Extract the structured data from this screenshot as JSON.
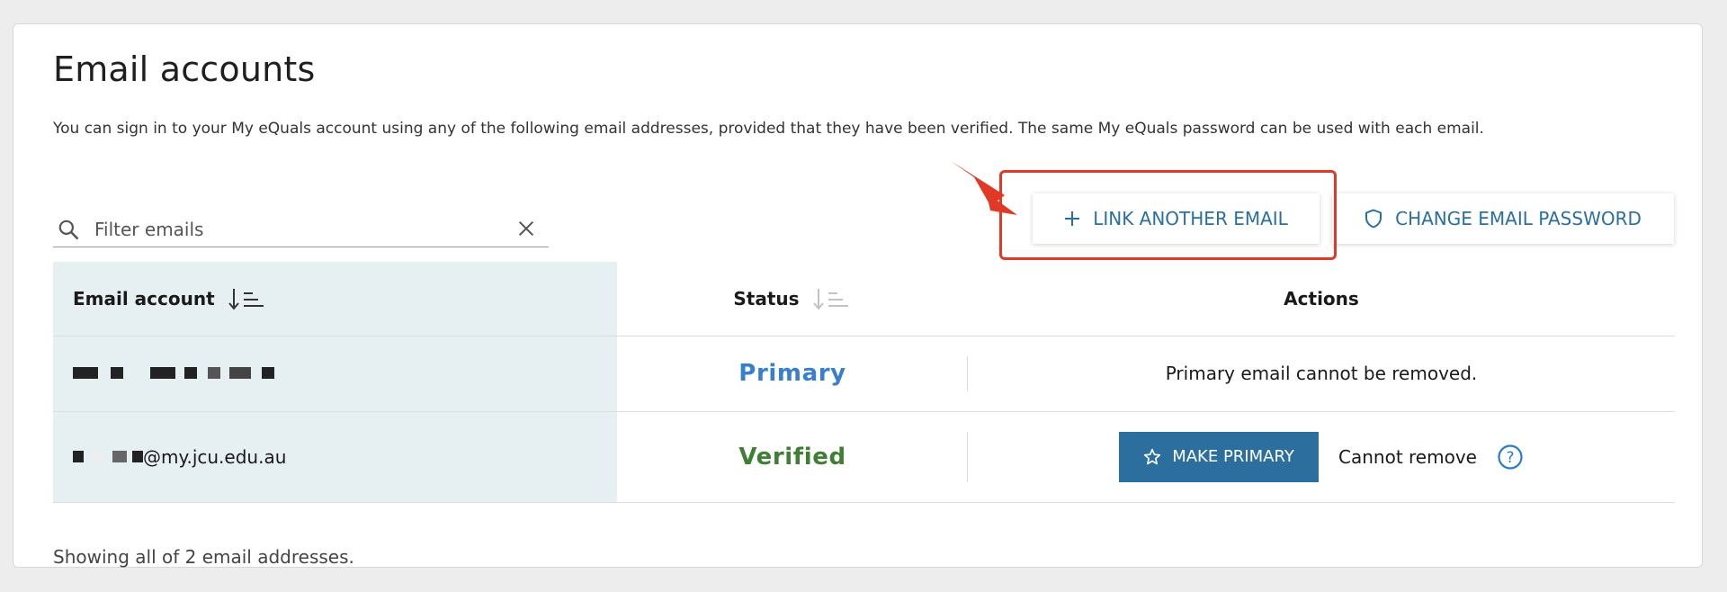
{
  "page": {
    "title": "Email accounts",
    "description": "You can sign in to your My eQuals account using any of the following email addresses, provided that they have been verified. The same My eQuals password can be used with each email."
  },
  "filter": {
    "placeholder": "Filter emails"
  },
  "buttons": {
    "link_another_email": "LINK ANOTHER EMAIL",
    "change_email_password": "CHANGE EMAIL PASSWORD"
  },
  "table": {
    "headers": {
      "email": "Email account",
      "status": "Status",
      "actions": "Actions"
    },
    "rows": [
      {
        "email_visible": "",
        "status": "Primary",
        "action_text": "Primary email cannot be removed."
      },
      {
        "email_visible": "@my.jcu.edu.au",
        "status": "Verified",
        "make_primary": "MAKE PRIMARY",
        "remove_text": "Cannot remove"
      }
    ]
  },
  "footer": {
    "summary": "Showing all of 2 email addresses."
  },
  "colors": {
    "accent": "#2a6fa2",
    "primary_status": "#3a7ecf",
    "verified_status": "#3f7f32",
    "button_fill": "#2c6f9e",
    "highlight": "#e03a26",
    "email_column_bg": "#e6f0f2"
  },
  "icons": {
    "search": "search-icon",
    "clear": "close-icon",
    "link": "plus-icon",
    "password": "shield-icon",
    "sort": "sort-icon",
    "make_primary": "star-icon",
    "help": "help-circle-icon"
  }
}
